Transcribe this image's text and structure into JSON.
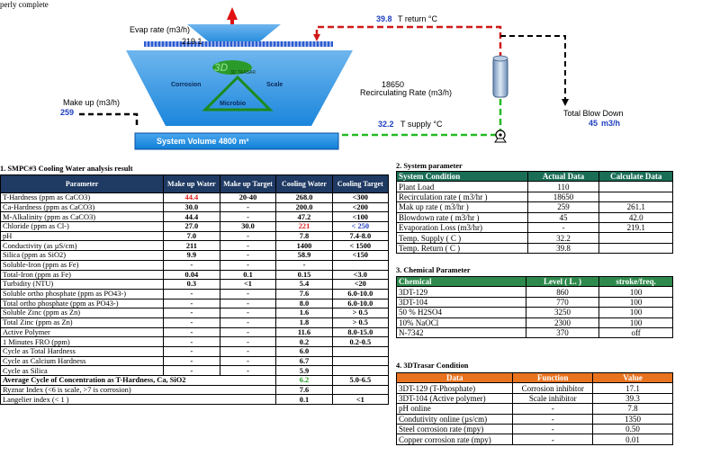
{
  "caption_fragment": "perly complete",
  "diagram": {
    "evap_label": "Evap rate (m3/h)",
    "evap_value": "219.1",
    "t_return_value": "39.8",
    "t_return_label": "T return °C",
    "recirc_value": "18650",
    "recirc_label": "Recirculating Rate (m3/h)",
    "makeup_label": "Make up (m3/h)",
    "makeup_value": "259",
    "t_supply_value": "32.2",
    "t_supply_label": "T supply °C",
    "blowdown_label": "Total Blow Down",
    "blowdown_value": "45",
    "blowdown_unit": "m3/h",
    "system_volume": "System Volume  4800 m³",
    "corrosion": "Corrosion",
    "scale": "Scale",
    "microbio": "Microbio",
    "logo_text": "3D TRASAR"
  },
  "analysis": {
    "title": "1. SMPC#3 Cooling Water analysis result",
    "headers": [
      "Parameter",
      "Make up Water",
      "Make up Target",
      "Cooling Water",
      "Cooling Target"
    ],
    "rows": [
      {
        "p": "T-Hardness (ppm as CaCO3)",
        "v": [
          "44.4",
          "20-40",
          "268.0",
          "<300"
        ],
        "red": [
          0
        ]
      },
      {
        "p": "Ca-Hardness (ppm as CaCO3)",
        "v": [
          "30.0",
          "-",
          "200.0",
          "<200"
        ]
      },
      {
        "p": "M-Alkalinity (ppm as CaCO3)",
        "v": [
          "44.4",
          "-",
          "47.2",
          "<100"
        ]
      },
      {
        "p": "Chloride (ppm as Cl-)",
        "v": [
          "27.0",
          "30.0",
          "221",
          "< 250"
        ],
        "red": [
          2
        ],
        "blue": [
          3
        ]
      },
      {
        "p": "pH",
        "v": [
          "7.0",
          "-",
          "7.8",
          "7.4-8.0"
        ]
      },
      {
        "p": "Conductivity (as µS/cm)",
        "v": [
          "211",
          "-",
          "1400",
          "< 1500"
        ]
      },
      {
        "p": "Silica (ppm as SiO2)",
        "v": [
          "9.9",
          "-",
          "58.9",
          "<150"
        ]
      },
      {
        "p": "Soluble-Iron (ppm as Fe)",
        "v": [
          "-",
          "-",
          "-",
          ""
        ]
      },
      {
        "p": "Total-Iron (ppm as Fe)",
        "v": [
          "0.04",
          "0.1",
          "0.15",
          "<3.0"
        ]
      },
      {
        "p": "Turbidity (NTU)",
        "v": [
          "0.3",
          "<1",
          "5.4",
          "<20"
        ]
      },
      {
        "p": "Soluble ortho phosphate (ppm as PO43-)",
        "v": [
          "-",
          "-",
          "7.6",
          "6.0-10.0"
        ]
      },
      {
        "p": "Total ortho phosphate (ppm as PO43-)",
        "v": [
          "-",
          "-",
          "8.0",
          "6.0-10.0"
        ]
      },
      {
        "p": "Soluble Zinc (ppm as Zn)",
        "v": [
          "-",
          "-",
          "1.6",
          "> 0.5"
        ]
      },
      {
        "p": "Total Zinc (ppm as Zn)",
        "v": [
          "-",
          "-",
          "1.8",
          "> 0.5"
        ]
      },
      {
        "p": "Active Polymer",
        "v": [
          "-",
          "-",
          "11.6",
          "8.0-15.0"
        ]
      },
      {
        "p": "1 Minutes FRO (ppm)",
        "v": [
          "-",
          "-",
          "0.2",
          "0.2-0.5"
        ]
      },
      {
        "p": "Cycle as Total Hardness",
        "v": [
          "-",
          "-",
          "6.0",
          ""
        ]
      },
      {
        "p": "Cycle as Calcium Hardness",
        "v": [
          "-",
          "-",
          "6.7",
          ""
        ]
      },
      {
        "p": "Cycle as Silica",
        "v": [
          "-",
          "-",
          "5.9",
          ""
        ]
      },
      {
        "p": "Average Cycle of Concentration as T-Hardness, Ca, SiO2",
        "v": [
          "",
          "",
          "6.2",
          "5.0-6.5"
        ],
        "green": [
          2
        ],
        "merge": true
      },
      {
        "p": "Ryznar Index (<6 is scale, >7 is corrosion)",
        "v": [
          "",
          "",
          "7.6",
          ""
        ],
        "merge": true
      },
      {
        "p": "Langelier index (< 1 )",
        "v": [
          "",
          "",
          "0.1",
          "<1"
        ],
        "merge": true
      }
    ]
  },
  "system_param": {
    "title": "2. System parameter",
    "headers": [
      "System Condition",
      "Actual Data",
      "Calculate Data"
    ],
    "rows": [
      [
        "Plant Load",
        "110",
        ""
      ],
      [
        "Recirculation rate ( m3/hr )",
        "18650",
        ""
      ],
      [
        "Mak up rate ( m3/hr )",
        "259",
        "261.1"
      ],
      [
        "Blowdown rate ( m3/hr )",
        "45",
        "42.0"
      ],
      [
        "Evaporation Loss (m3/hr)",
        "-",
        "219.1"
      ],
      [
        "Temp. Supply ( C )",
        "32.2",
        ""
      ],
      [
        "Temp. Return ( C )",
        "39.8",
        ""
      ]
    ]
  },
  "chemical": {
    "title": "3. Chemical Parameter",
    "headers": [
      "Chemical",
      "Level ( L. )",
      "stroke/freq."
    ],
    "rows": [
      [
        "3DT-129",
        "860",
        "100"
      ],
      [
        "3DT-104",
        "770",
        "100"
      ],
      [
        "50 % H2SO4",
        "3250",
        "100"
      ],
      [
        "10% NaOCl",
        "2300",
        "100"
      ],
      [
        "N-7342",
        "370",
        "off"
      ]
    ]
  },
  "trasar": {
    "title": "4. 3DTrasar Condition",
    "headers": [
      "Data",
      "Function",
      "Value"
    ],
    "rows": [
      [
        "3DT-129 (T-Phosphate)",
        "Corrosion inhibitor",
        "17.1"
      ],
      [
        "3DT-104 (Active polymer)",
        "Scale inhibitor",
        "39.3"
      ],
      [
        "pH online",
        "-",
        "7.8"
      ],
      [
        "Condutivity online (µs/cm)",
        "-",
        "1350"
      ],
      [
        "Steel corrosion rate (mpy)",
        "-",
        "0.50"
      ],
      [
        "Copper corrosion rate (mpy)",
        "-",
        "0.01"
      ]
    ]
  }
}
